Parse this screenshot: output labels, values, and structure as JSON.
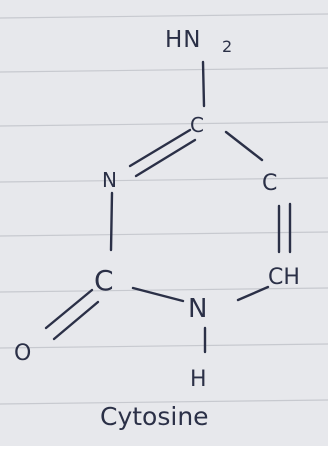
{
  "diagram": {
    "atoms": {
      "amine": "HN",
      "amine_sub": "2",
      "c4": "C",
      "n3": "N",
      "c5": "C",
      "c2": "C",
      "c6": "CH",
      "n1": "N",
      "h1": "H",
      "o2": "O"
    },
    "caption": "Cytosine",
    "colors": {
      "ink": "#2b3047",
      "paper": "#e7e8ec",
      "rule_line": "#c7c9cf"
    }
  }
}
